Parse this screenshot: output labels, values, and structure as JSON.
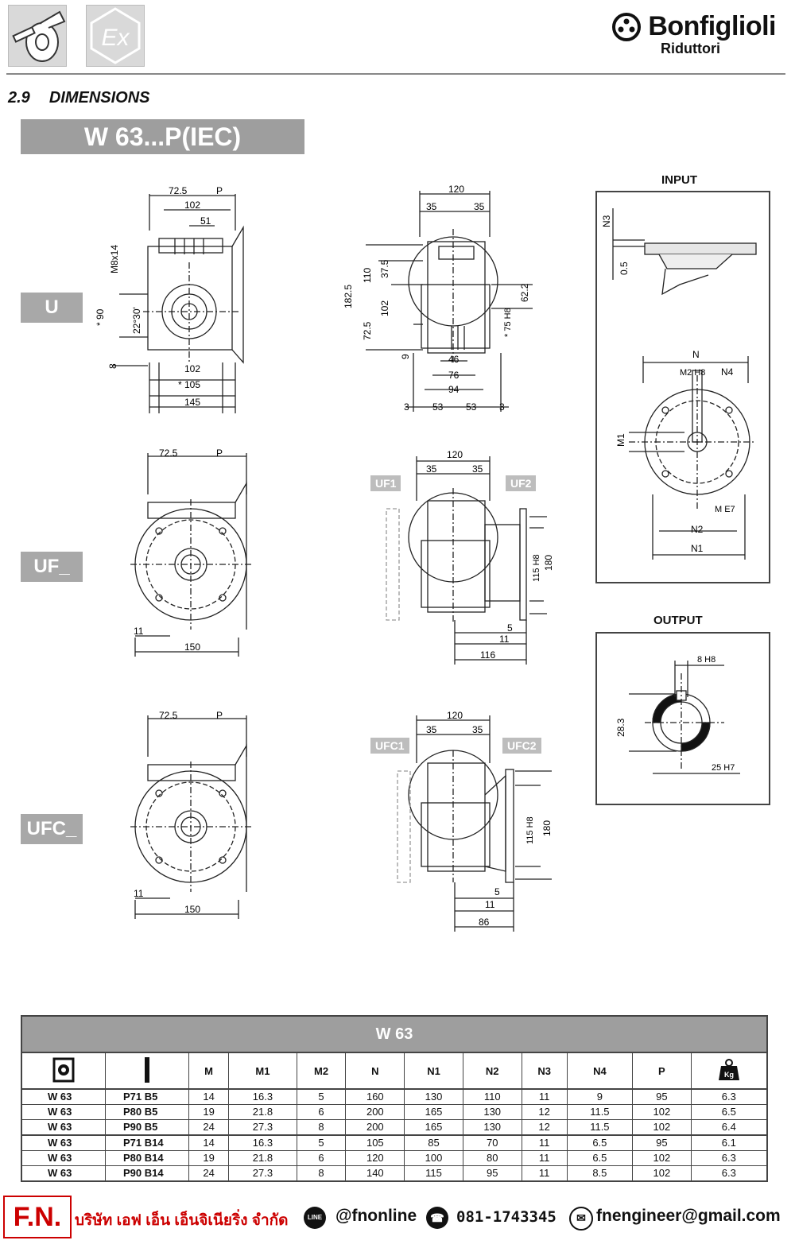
{
  "header": {
    "brand": "Bonfiglioli",
    "brand_sub": "Riduttori",
    "icon_ex": "Ex",
    "section_number": "2.9",
    "section_title": "DIMENSIONS",
    "banner": "W 63...P(IEC)"
  },
  "versions": {
    "u": "U",
    "uf": "UF_",
    "ufc": "UFC_"
  },
  "subtags": {
    "uf1": "UF1",
    "uf2": "UF2",
    "ufc1": "UFC1",
    "ufc2": "UFC2"
  },
  "dims_u_left": {
    "d1": "72.5",
    "d2": "P",
    "d3": "102",
    "d4": "51",
    "d5": "M8x14",
    "d6": "* 90",
    "d7": "22°30'",
    "d8": "8",
    "d9": "102",
    "d10": "* 105",
    "d11": "145"
  },
  "dims_u_right": {
    "d1": "120",
    "d2": "35",
    "d3": "35",
    "d4": "182.5",
    "d5": "110",
    "d6": "37.5",
    "d7": "102",
    "d8": "72.5",
    "d9": "9",
    "d10": "46",
    "d11": "76",
    "d12": "94",
    "d13": "62.2",
    "d14": "* 75 H8",
    "d15": "3",
    "d16": "53",
    "d17": "53",
    "d18": "3"
  },
  "dims_uf_left": {
    "d1": "72.5",
    "d2": "P",
    "d3": "11",
    "d4": "150"
  },
  "dims_uf_right": {
    "d1": "120",
    "d2": "35",
    "d3": "35",
    "d4": "115 H8",
    "d5": "180",
    "d6": "5",
    "d7": "11",
    "d8": "116"
  },
  "dims_ufc_left": {
    "d1": "72.5",
    "d2": "P",
    "d3": "11",
    "d4": "150"
  },
  "dims_ufc_right": {
    "d1": "120",
    "d2": "35",
    "d3": "35",
    "d4": "115 H8",
    "d5": "180",
    "d6": "5",
    "d7": "11",
    "d8": "86"
  },
  "input": {
    "title": "INPUT",
    "n3": "N3",
    "v05": "0.5",
    "n": "N",
    "m2": "M2 H8",
    "n4": "N4",
    "m1": "M1",
    "m": "M E7",
    "n2": "N2",
    "n1": "N1"
  },
  "output": {
    "title": "OUTPUT",
    "key": "8 H8",
    "d283": "28.3",
    "bore": "25 H7"
  },
  "table": {
    "title": "W 63",
    "kg": "Kg",
    "headers": [
      "M",
      "M1",
      "M2",
      "N",
      "N1",
      "N2",
      "N3",
      "N4",
      "P"
    ],
    "rows": [
      {
        "model": "W 63",
        "ver": "P71 B5",
        "vals": [
          "14",
          "16.3",
          "5",
          "160",
          "130",
          "110",
          "11",
          "9",
          "95",
          "6.3"
        ]
      },
      {
        "model": "W 63",
        "ver": "P80 B5",
        "vals": [
          "19",
          "21.8",
          "6",
          "200",
          "165",
          "130",
          "12",
          "11.5",
          "102",
          "6.5"
        ]
      },
      {
        "model": "W 63",
        "ver": "P90 B5",
        "vals": [
          "24",
          "27.3",
          "8",
          "200",
          "165",
          "130",
          "12",
          "11.5",
          "102",
          "6.4"
        ]
      },
      {
        "model": "W 63",
        "ver": "P71 B14",
        "vals": [
          "14",
          "16.3",
          "5",
          "105",
          "85",
          "70",
          "11",
          "6.5",
          "95",
          "6.1"
        ]
      },
      {
        "model": "W 63",
        "ver": "P80 B14",
        "vals": [
          "19",
          "21.8",
          "6",
          "120",
          "100",
          "80",
          "11",
          "6.5",
          "102",
          "6.3"
        ]
      },
      {
        "model": "W 63",
        "ver": "P90 B14",
        "vals": [
          "24",
          "27.3",
          "8",
          "140",
          "115",
          "95",
          "11",
          "8.5",
          "102",
          "6.3"
        ]
      }
    ]
  },
  "footer": {
    "logo": "F.N.",
    "company": "บริษัท เอฟ เอ็น เอ็นจิเนียริ่ง จำกัด",
    "line_icon": "LINE",
    "line": "@fnonline",
    "phone": "081-1743345",
    "email": "fnengineer@gmail.com"
  },
  "colors": {
    "banner": "#9e9e9e",
    "footer_red": "#cc0000"
  }
}
